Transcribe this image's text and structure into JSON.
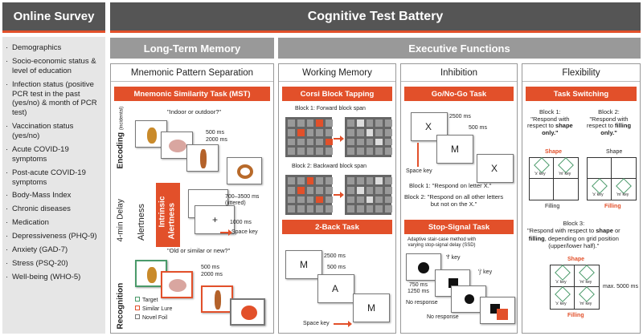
{
  "sidebar": {
    "title": "Online Survey",
    "items": [
      "Demographics",
      "Socio-economic status & level of education",
      "Infection status (positive PCR test in the past (yes/no) & month of PCR test)",
      "Vaccination status (yes/no)",
      "Acute COVID-19 symptoms",
      "Post-acute COVID-19 symptoms",
      "Body-Mass Index",
      "Chronic diseases",
      "Medication",
      "Depressiveness (PHQ-9)",
      "Anxiety (GAD-7)",
      "Stress (PSQ-20)",
      "Well-being (WHO-5)"
    ]
  },
  "main_title": "Cognitive Test Battery",
  "ltm": {
    "title": "Long-Term Memory",
    "panel": "Mnemonic Pattern Separation",
    "task": "Mnemonic Similarity Task (MST)",
    "encoding": {
      "label": "Encoding",
      "sublabel": "(incidental)",
      "question": "\"Indoor or outdoor?\"",
      "t1": "500 ms",
      "t2": "2000 ms"
    },
    "delay": {
      "label": "4-min Delay",
      "alert": "Alertness",
      "intrinsic1": "Intrinsic",
      "intrinsic2": "Alertness",
      "t1": "700–3500 ms",
      "t1b": "(jittered)",
      "t2": "1000 ms",
      "key": "Space key",
      "plus": "+"
    },
    "recognition": {
      "label": "Recognition",
      "question": "\"Old or similar or new?\"",
      "t1": "500 ms",
      "t2": "2000 ms",
      "legend": [
        "Target",
        "Similar Lure",
        "Novel Foil"
      ]
    }
  },
  "ef": {
    "title": "Executive Functions",
    "wm": {
      "panel": "Working Memory",
      "task1": "Corsi Block Tapping",
      "b1": "Block 1: Forward block span",
      "b2": "Block 2: Backward block span",
      "task2": "2-Back Task",
      "letters": [
        "M",
        "A",
        "M"
      ],
      "t1": "2500 ms",
      "t2": "500 ms",
      "key": "Space key"
    },
    "inh": {
      "panel": "Inhibition",
      "task1": "Go/No-Go Task",
      "letters": [
        "X",
        "M",
        "X"
      ],
      "t1": "2500 ms",
      "t2": "500 ms",
      "key": "Space key",
      "b1": "Block 1: \"Respond on letter X.\"",
      "b2a": "Block 2: \"Respond on all other letters",
      "b2b": "but not on the X.\"",
      "task2": "Stop-Signal Task",
      "ss1": "Adaptive stair-case method with",
      "ss2": "varying stop-signal delay (SSD)",
      "fkey": "'f' key",
      "jkey": "'j' key",
      "tt1": "750 ms",
      "tt2": "1250 ms",
      "nr1": "No response",
      "nr2": "No response"
    },
    "flex": {
      "panel": "Flexibility",
      "task": "Task Switching",
      "b1h": "Block 1:",
      "b1a": "\"Respond with",
      "b1b": "respect to",
      "b1c": "shape",
      "b1d": "only.\"",
      "b2h": "Block 2:",
      "b2a": "\"Respond with",
      "b2b": "respect to",
      "b2c": "filling",
      "b2d": "only.\"",
      "shape": "Shape",
      "filling": "Filling",
      "xkey": "'x' key",
      "mkey": "'m' key",
      "b3h": "Block 3:",
      "b3a": "\"Respond with respect to",
      "b3b": "shape",
      "b3c": "or",
      "b3d": "filling",
      "b3e": ", depending on grid position",
      "b3f": "(upper/lower half).\"",
      "max": "max. 5000 ms"
    }
  },
  "colors": {
    "accent": "#e2502a",
    "header": "#555555",
    "subheader": "#999999",
    "green": "#4a9a6a"
  }
}
